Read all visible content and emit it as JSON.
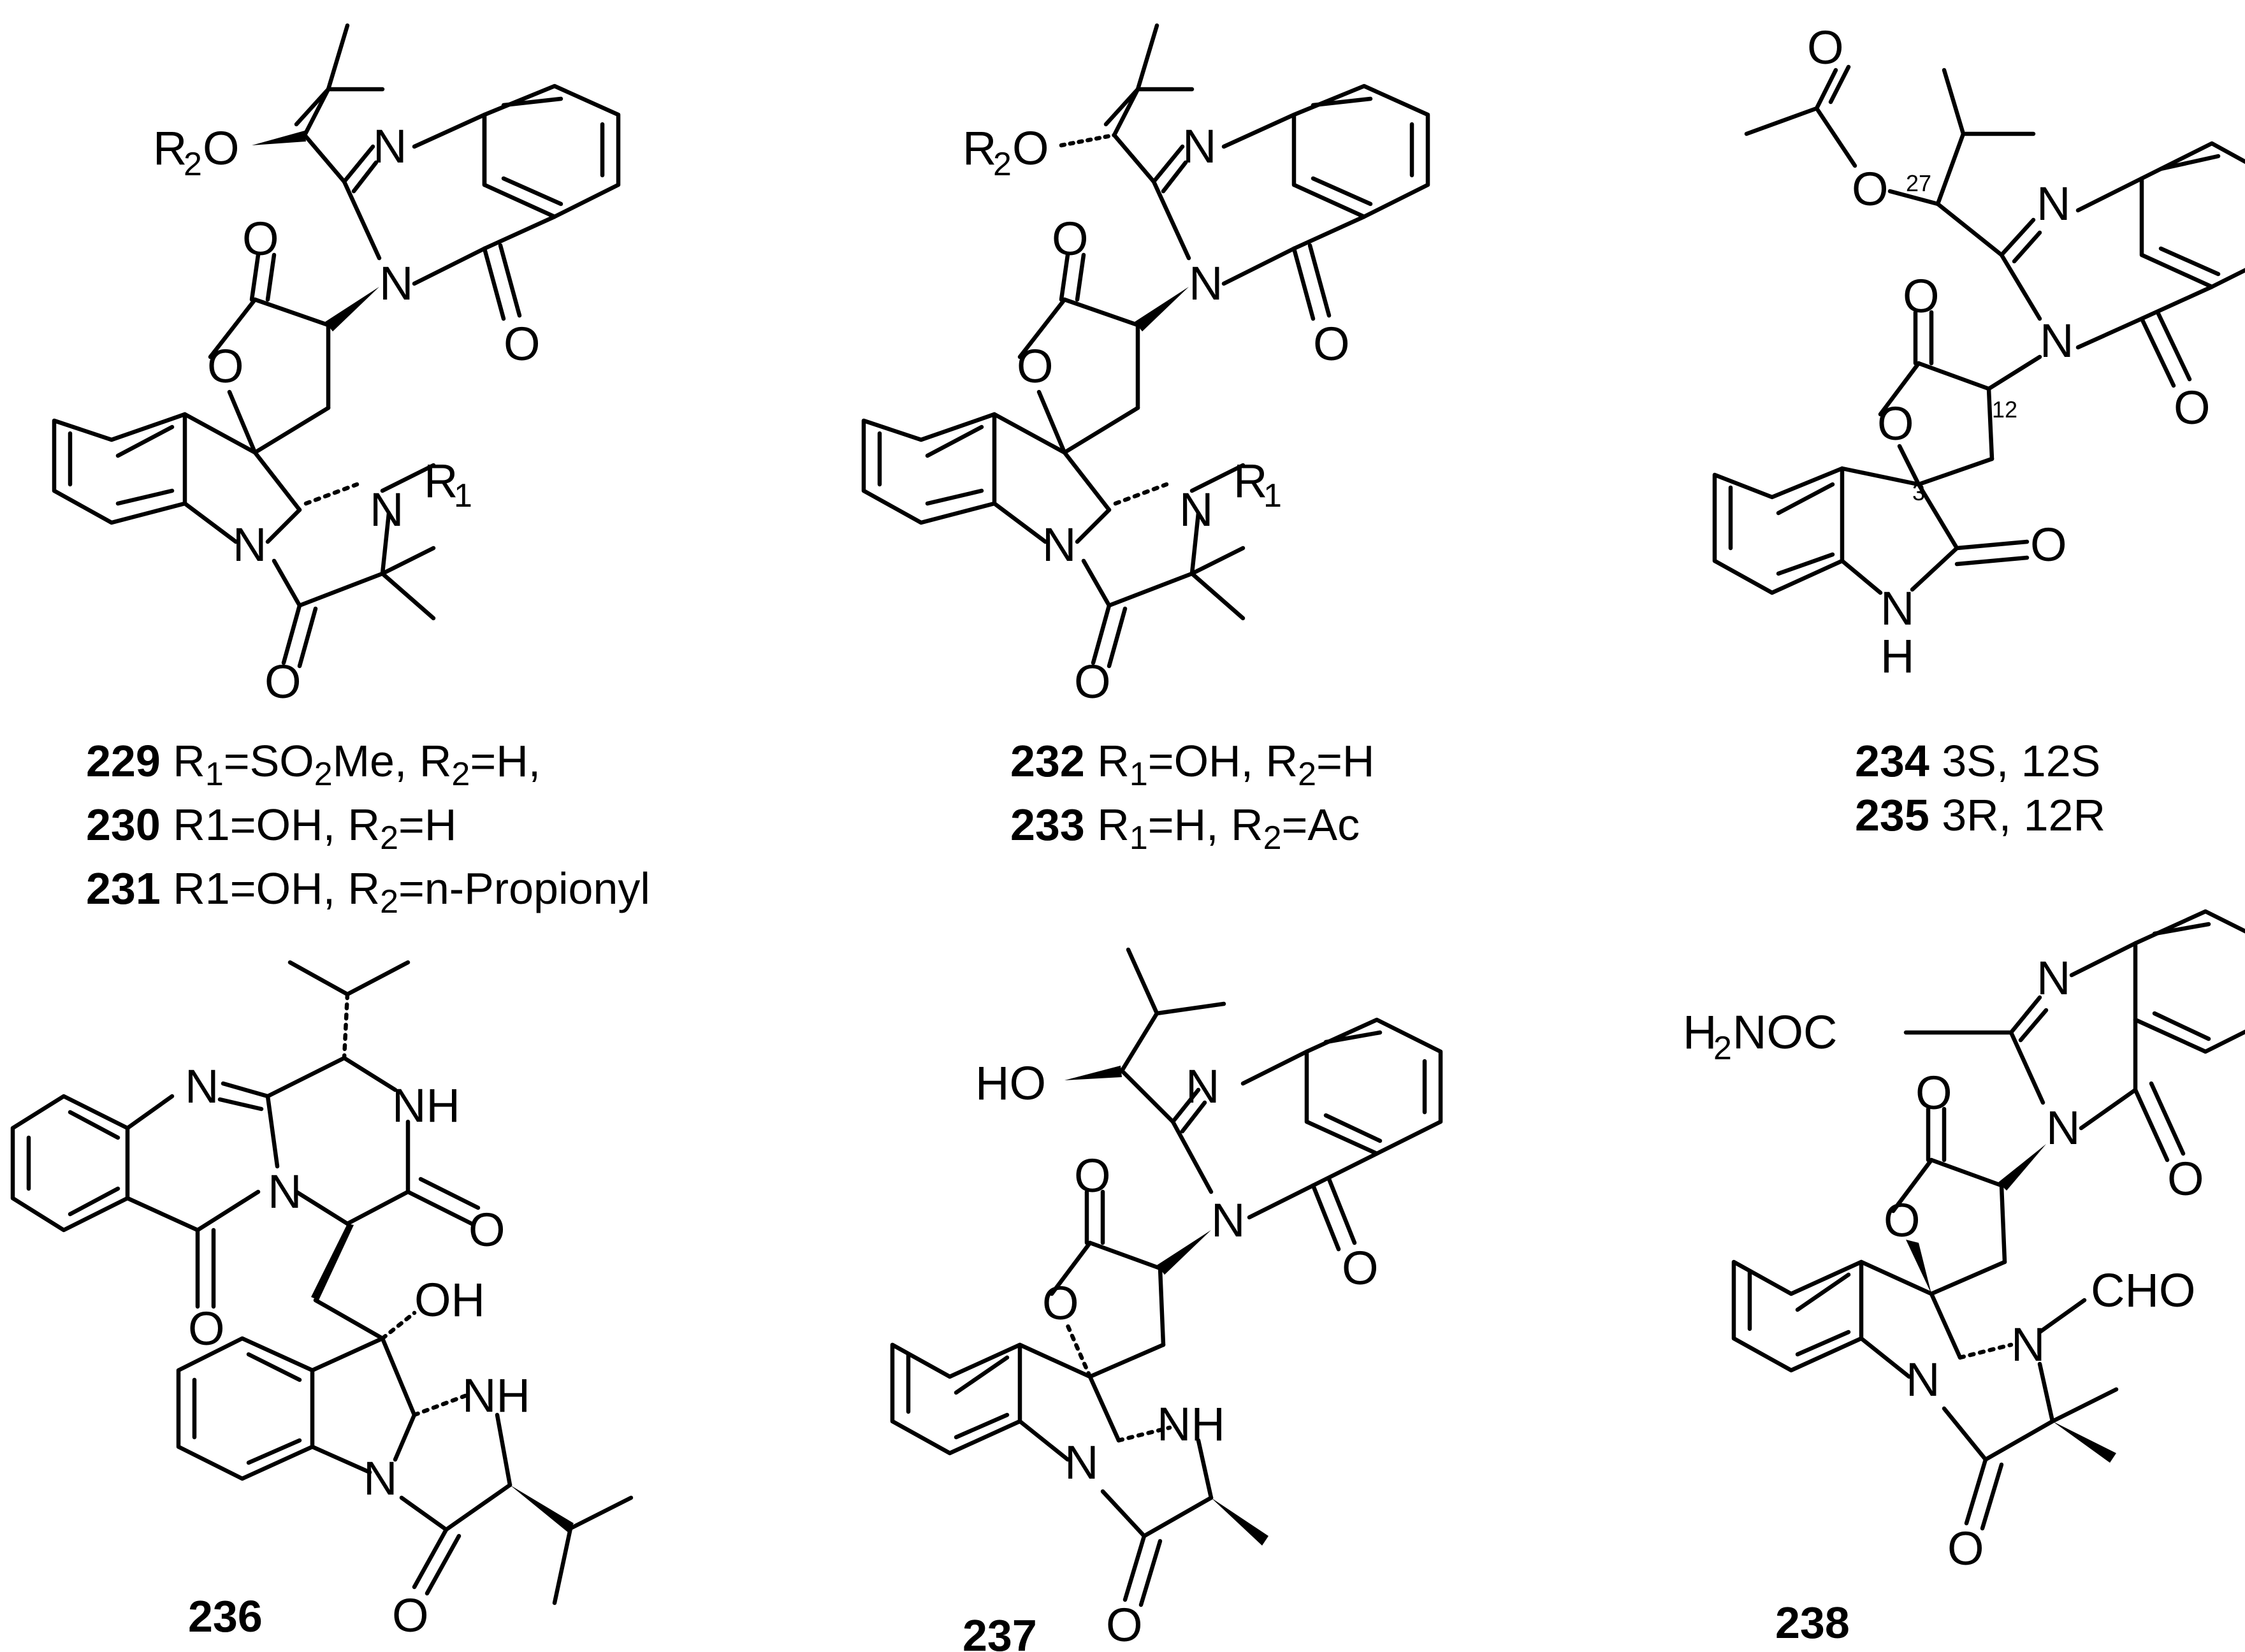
{
  "compounds": [
    {
      "id": "c229",
      "labels": [
        "229",
        "230",
        "231"
      ],
      "captions": [
        {
          "num": "229",
          "rest": "R1=SO2Me, R2=H,"
        },
        {
          "num": "230",
          "rest": "R1=OH, R2=H"
        },
        {
          "num": "231",
          "rest": "R1=OH, R2=n-Propionyl"
        }
      ]
    },
    {
      "id": "c232",
      "captions": [
        {
          "num": "232",
          "rest": "R1=OH, R2=H"
        },
        {
          "num": "233",
          "rest": "R1=H, R2=Ac"
        }
      ]
    },
    {
      "id": "c234",
      "captions": [
        {
          "num": "234",
          "rest": "3S, 12S"
        },
        {
          "num": "235",
          "rest": "3R, 12R"
        }
      ],
      "locants": [
        "27",
        "12",
        "3"
      ]
    },
    {
      "id": "c236",
      "captions": [
        {
          "num": "236",
          "rest": ""
        }
      ]
    },
    {
      "id": "c237",
      "captions": [
        {
          "num": "237",
          "rest": ""
        }
      ]
    },
    {
      "id": "c238",
      "captions": [
        {
          "num": "238",
          "rest": ""
        }
      ]
    }
  ],
  "atoms": {
    "N": "N",
    "O": "O",
    "H": "H",
    "NH": "NH",
    "OH": "OH",
    "HO": "HO",
    "R": "R",
    "one": "1",
    "two": "2",
    "CHO": "CHO",
    "H2NOC_a": "H",
    "H2NOC_b": "2",
    "H2NOC_c": "NOC"
  },
  "caption_text": {
    "c229_1": "R",
    "c229_1a": "1",
    "c229_1b": "=SO",
    "c229_1c": "2",
    "c229_1d": "Me, R",
    "c229_1e": "2",
    "c229_1f": "=H,",
    "c229_2a": "R1=OH, R",
    "c229_2b": "2",
    "c229_2c": "=H",
    "c229_3a": "R1=OH, R",
    "c229_3b": "2",
    "c229_3c": "=n-Propionyl",
    "c232_1a": "R",
    "c232_1b": "1",
    "c232_1c": "=OH, R",
    "c232_1d": "2",
    "c232_1e": "=H",
    "c232_2a": "R",
    "c232_2b": "1",
    "c232_2c": "=H, R",
    "c232_2d": "2",
    "c232_2e": "=Ac",
    "c234_1": "3S, 12S",
    "c235_1": "3R, 12R",
    "n229": "229",
    "n230": "230",
    "n231": "231",
    "n232": "232",
    "n233": "233",
    "n234": "234",
    "n235": "235",
    "n236": "236",
    "n237": "237",
    "n238": "238",
    "loc27": "27",
    "loc12": "12",
    "loc3": "3"
  }
}
